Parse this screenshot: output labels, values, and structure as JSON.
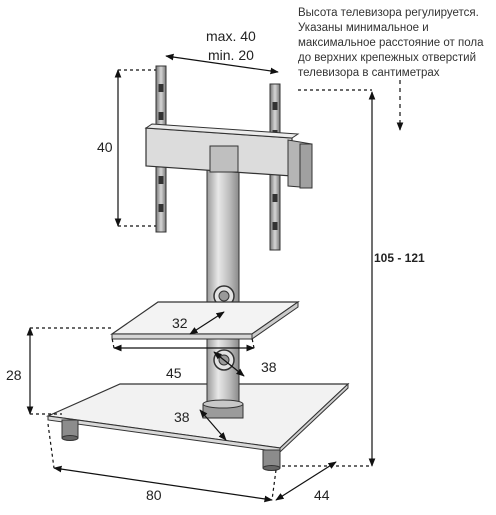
{
  "note": {
    "lines": [
      "Высота телевизора регулируется.",
      "Указаны минимальное и",
      "максимальное  расстояние от пола",
      "до верхних крепежных отверстий",
      "телевизора в сантиметрах"
    ]
  },
  "dimensions": {
    "bracket_max": "max. 40",
    "bracket_min": "min. 20",
    "bracket_height": "40",
    "total_height": "105 - 121",
    "shelf_width_inner": "32",
    "shelf_width_outer": "45",
    "shelf_depth": "38",
    "shelf_height": "28",
    "base_depth_inner": "38",
    "base_width": "80",
    "base_depth": "44"
  }
}
